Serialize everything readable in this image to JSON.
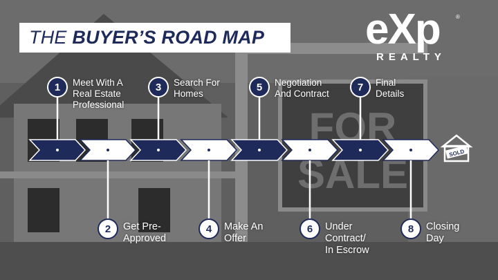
{
  "title": {
    "prefix": "THE",
    "main": "BUYER’S ROAD MAP"
  },
  "logo": {
    "mark": "eXp",
    "sub": "REALTY",
    "reg": "®"
  },
  "sign": {
    "line1": "FOR",
    "line2": "SALE"
  },
  "sold_icon": {
    "text": "SOLD"
  },
  "colors": {
    "navy": "#1e2a5a",
    "white": "#ffffff"
  },
  "steps": [
    {
      "num": "1",
      "label_lines": [
        "Meet With A",
        "Real Estate",
        "Professional"
      ]
    },
    {
      "num": "2",
      "label_lines": [
        "Get Pre-",
        "Approved"
      ]
    },
    {
      "num": "3",
      "label_lines": [
        "Search For",
        "Homes"
      ]
    },
    {
      "num": "4",
      "label_lines": [
        "Make An",
        "Offer"
      ]
    },
    {
      "num": "5",
      "label_lines": [
        "Negotiation",
        "And Contract"
      ]
    },
    {
      "num": "6",
      "label_lines": [
        "Under",
        "Contract/",
        "In Escrow"
      ]
    },
    {
      "num": "7",
      "label_lines": [
        "Final",
        "Details"
      ]
    },
    {
      "num": "8",
      "label_lines": [
        "Closing",
        "Day"
      ]
    }
  ]
}
